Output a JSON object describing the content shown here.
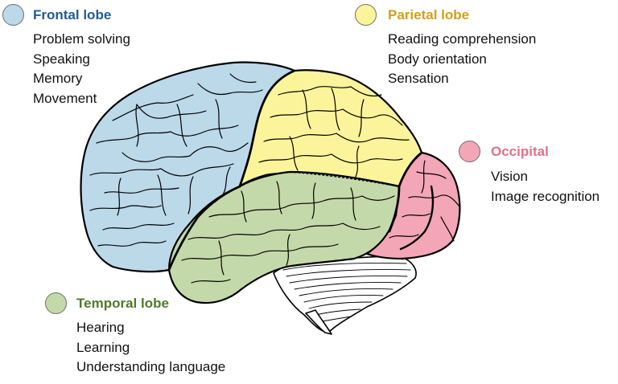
{
  "colors": {
    "frontal": "#bcd9ea",
    "parietal": "#fcf49a",
    "occipital": "#f3a6b6",
    "temporal": "#c4d9a9",
    "frontal_title": "#1f5b99",
    "parietal_title": "#d4a017",
    "occipital_title": "#e0718a",
    "temporal_title": "#4e7a2c",
    "outline": "#000000"
  },
  "lobes": {
    "frontal": {
      "title": "Frontal lobe",
      "functions": [
        "Problem solving",
        "Speaking",
        "Memory",
        "Movement"
      ]
    },
    "parietal": {
      "title": "Parietal lobe",
      "functions": [
        "Reading comprehension",
        "Body orientation",
        "Sensation"
      ]
    },
    "occipital": {
      "title": "Occipital",
      "functions": [
        "Vision",
        "Image recognition"
      ]
    },
    "temporal": {
      "title": "Temporal lobe",
      "functions": [
        "Hearing",
        "Learning",
        "Understanding language"
      ]
    }
  }
}
